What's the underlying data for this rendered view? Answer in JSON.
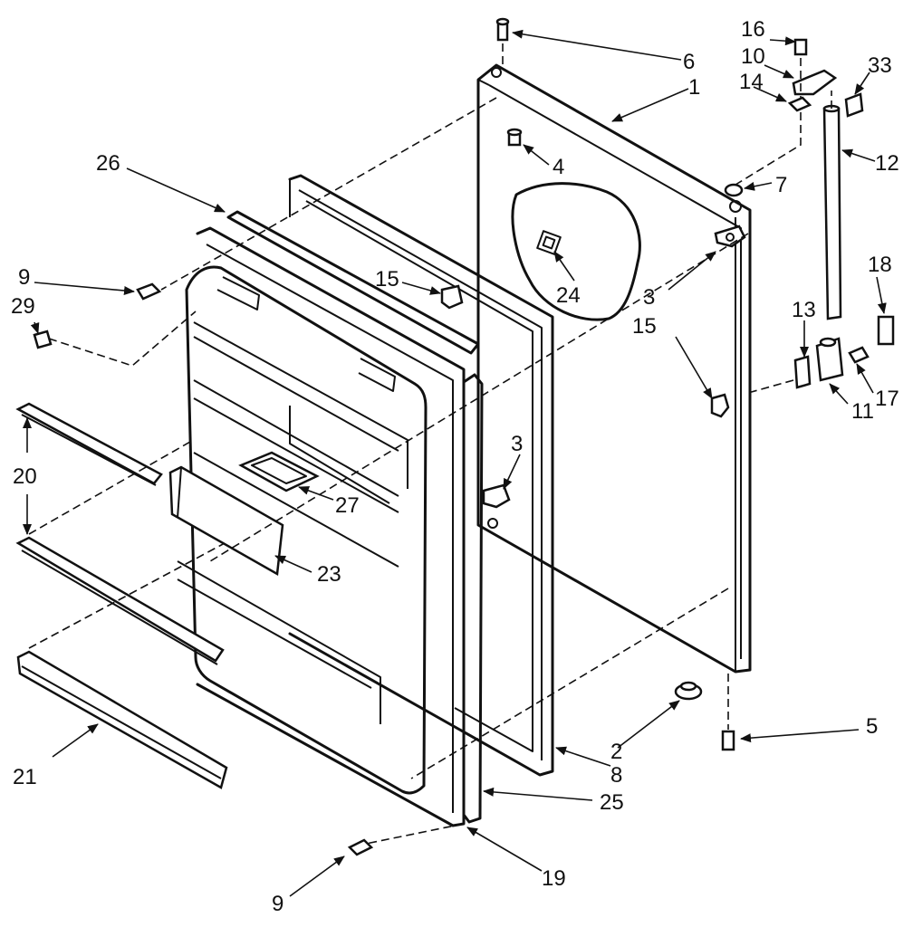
{
  "diagram": {
    "callouts": [
      {
        "id": "c16",
        "text": "16"
      },
      {
        "id": "c6",
        "text": "6"
      },
      {
        "id": "c10",
        "text": "10"
      },
      {
        "id": "c33",
        "text": "33"
      },
      {
        "id": "c14",
        "text": "14"
      },
      {
        "id": "c1",
        "text": "1"
      },
      {
        "id": "c12",
        "text": "12"
      },
      {
        "id": "c4",
        "text": "4"
      },
      {
        "id": "c7",
        "text": "7"
      },
      {
        "id": "c26",
        "text": "26"
      },
      {
        "id": "c18",
        "text": "18"
      },
      {
        "id": "c9a",
        "text": "9"
      },
      {
        "id": "c15a",
        "text": "15"
      },
      {
        "id": "c24",
        "text": "24"
      },
      {
        "id": "c3a",
        "text": "3"
      },
      {
        "id": "c29",
        "text": "29"
      },
      {
        "id": "c13",
        "text": "13"
      },
      {
        "id": "c15b",
        "text": "15"
      },
      {
        "id": "c17",
        "text": "17"
      },
      {
        "id": "c11",
        "text": "11"
      },
      {
        "id": "c20",
        "text": "20"
      },
      {
        "id": "c3b",
        "text": "3"
      },
      {
        "id": "c27",
        "text": "27"
      },
      {
        "id": "c23",
        "text": "23"
      },
      {
        "id": "c5",
        "text": "5"
      },
      {
        "id": "c2",
        "text": "2"
      },
      {
        "id": "c8",
        "text": "8"
      },
      {
        "id": "c21",
        "text": "21"
      },
      {
        "id": "c25",
        "text": "25"
      },
      {
        "id": "c19",
        "text": "19"
      },
      {
        "id": "c9b",
        "text": "9"
      }
    ]
  }
}
